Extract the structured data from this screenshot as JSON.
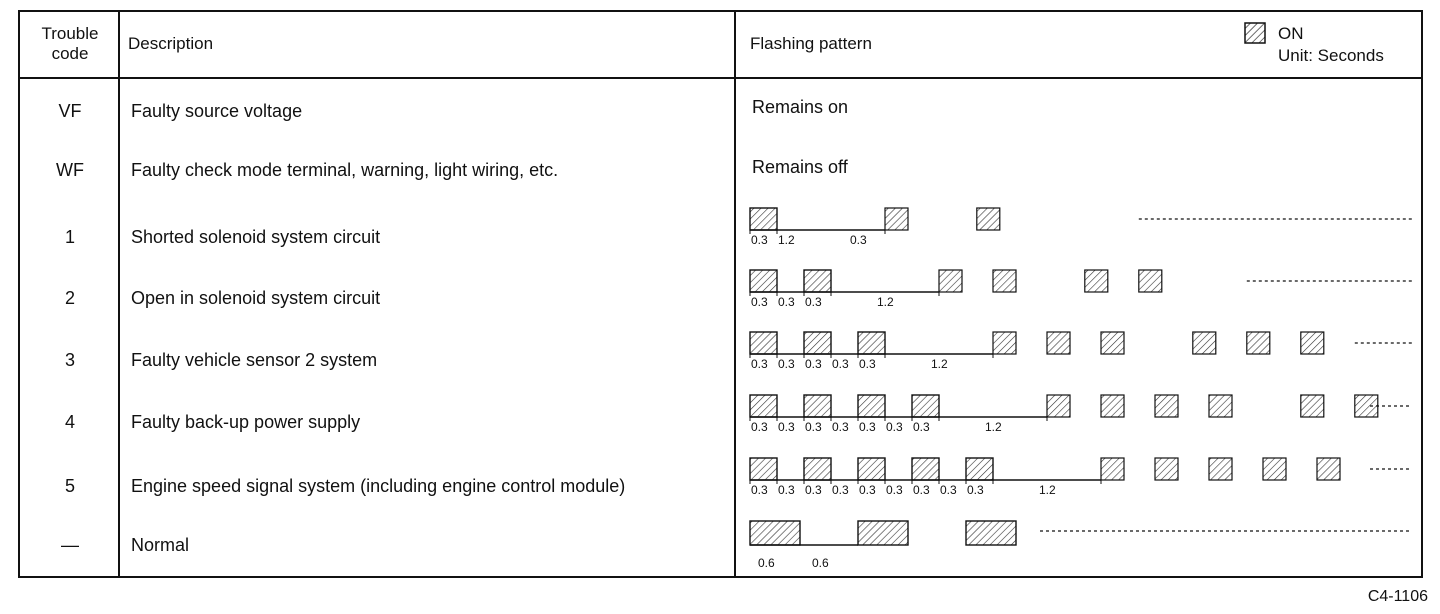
{
  "header": {
    "code_label_line1": "Trouble",
    "code_label_line2": "code",
    "description_label": "Description",
    "pattern_label": "Flashing pattern",
    "legend_on": "ON",
    "legend_unit": "Unit: Seconds"
  },
  "rows": [
    {
      "code": "VF",
      "description": "Faulty source voltage",
      "pattern_text": "Remains on"
    },
    {
      "code": "WF",
      "description": "Faulty check mode terminal, warning, light  wiring, etc.",
      "pattern_text": "Remains off"
    },
    {
      "code": "1",
      "description": "Shorted solenoid system circuit",
      "pattern_text": ""
    },
    {
      "code": "2",
      "description": "Open in solenoid system circuit",
      "pattern_text": ""
    },
    {
      "code": "3",
      "description": "Faulty vehicle sensor 2 system",
      "pattern_text": ""
    },
    {
      "code": "4",
      "description": "Faulty back-up power supply",
      "pattern_text": ""
    },
    {
      "code": "5",
      "description": "Engine speed signal system (including engine control module)",
      "pattern_text": ""
    },
    {
      "code": "—",
      "description": "Normal",
      "pattern_text": ""
    }
  ],
  "patterns": {
    "code_1": {
      "on_pulses": 1,
      "on_seconds": 0.3,
      "off_seconds": 0.3,
      "gap_seconds": 1.2,
      "labels": [
        "0.3",
        "1.2",
        "0.3"
      ]
    },
    "code_2": {
      "on_pulses": 2,
      "on_seconds": 0.3,
      "off_seconds": 0.3,
      "gap_seconds": 1.2,
      "labels": [
        "0.3",
        "0.3",
        "0.3",
        "1.2"
      ]
    },
    "code_3": {
      "on_pulses": 3,
      "on_seconds": 0.3,
      "off_seconds": 0.3,
      "gap_seconds": 1.2,
      "labels": [
        "0.3",
        "0.3",
        "0.3",
        "0.3",
        "0.3",
        "1.2"
      ]
    },
    "code_4": {
      "on_pulses": 4,
      "on_seconds": 0.3,
      "off_seconds": 0.3,
      "gap_seconds": 1.2,
      "labels": [
        "0.3",
        "0.3",
        "0.3",
        "0.3",
        "0.3",
        "0.3",
        "0.3",
        "1.2"
      ]
    },
    "code_5": {
      "on_pulses": 5,
      "on_seconds": 0.3,
      "off_seconds": 0.3,
      "gap_seconds": 1.2,
      "labels": [
        "0.3",
        "0.3",
        "0.3",
        "0.3",
        "0.3",
        "0.3",
        "0.3",
        "0.3",
        "0.3",
        "1.2"
      ]
    },
    "normal": {
      "on_seconds": 0.6,
      "off_seconds": 0.6,
      "labels": [
        "0.6",
        "0.6"
      ]
    }
  },
  "figure_id": "C4-1106"
}
